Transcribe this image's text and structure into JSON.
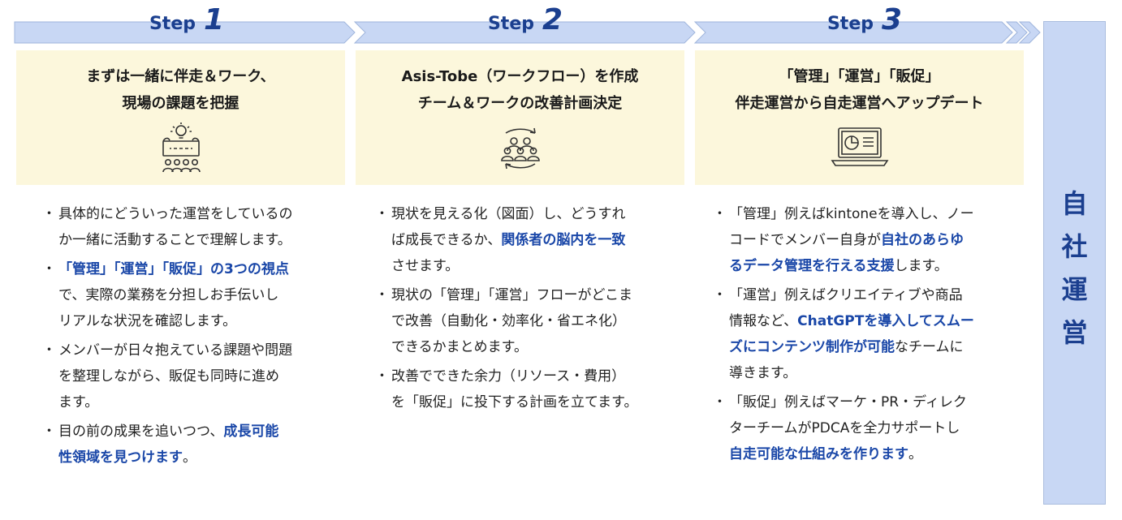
{
  "steps": [
    {
      "word": "Step",
      "num": "1",
      "title_lines": [
        "まずは一緒に伴走＆ワーク、",
        "現場の課題を把握"
      ],
      "icon": "idea-meeting-icon",
      "bullets": [
        [
          "具体的にどういった運営をしているの",
          "か一緒に活動することで理解します。"
        ],
        [
          "「管理」「運営」「販促」の3つの視点",
          "で、実際の業務を分担しお手伝いし",
          "リアルな状況を確認します。"
        ],
        [
          "メンバーが日々抱えている課題や問題",
          "を整理しながら、販促も同時に進め",
          "ます。"
        ],
        [
          "目の前の成果を追いつつ、成長可能",
          "性領域を見つけます。"
        ]
      ]
    },
    {
      "word": "Step",
      "num": "2",
      "title_lines": [
        "Asis-Tobe（ワークフロー）を作成",
        "チーム＆ワークの改善計画決定"
      ],
      "icon": "team-cycle-icon",
      "bullets": [
        [
          "現状を見える化（図面）し、どうすれ",
          "ば成長できるか、関係者の脳内を一致",
          "させます。"
        ],
        [
          "現状の「管理」「運営」フローがどこま",
          "で改善（自動化・効率化・省エネ化）",
          "できるかまとめます。"
        ],
        [
          "改善でできた余力（リソース・費用）",
          "を「販促」に投下する計画を立てます。"
        ]
      ]
    },
    {
      "word": "Step",
      "num": "3",
      "title_lines": [
        "「管理」「運営」「販促」",
        "伴走運営から自走運営へアップデート"
      ],
      "icon": "laptop-chart-icon",
      "bullets": [
        [
          "「管理」例えばkintoneを導入し、ノー",
          "コードでメンバー自身が自社のあらゆ",
          "るデータ管理を行える支援します。"
        ],
        [
          "「運営」例えばクリエイティブや商品",
          "情報など、ChatGPTを導入してスムー",
          "ズにコンテンツ制作が可能なチームに",
          "導きます。"
        ],
        [
          "「販促」例えばマーケ・PR・ディレク",
          "ターチームがPDCAを全力サポートし",
          "自走可能な仕組みを作ります。"
        ]
      ]
    }
  ],
  "highlights": [
    "「管理」「運営」「販促」の3つの視点",
    "成長可能",
    "性領域を見つけます",
    "関係者の脳内を一致",
    "自社のあらゆ",
    "るデータ管理を行える支援",
    "ChatGPTを導入してスムー",
    "ズにコンテンツ制作が可能",
    "自走可能な仕組みを作ります"
  ],
  "final": {
    "chars": [
      "自",
      "社",
      "運",
      "営"
    ]
  },
  "colors": {
    "accent": "#1b3f8f",
    "highlight": "#1a47a8",
    "arrow_fill": "#c8d7f4",
    "box_fill": "#fcf7dc"
  }
}
